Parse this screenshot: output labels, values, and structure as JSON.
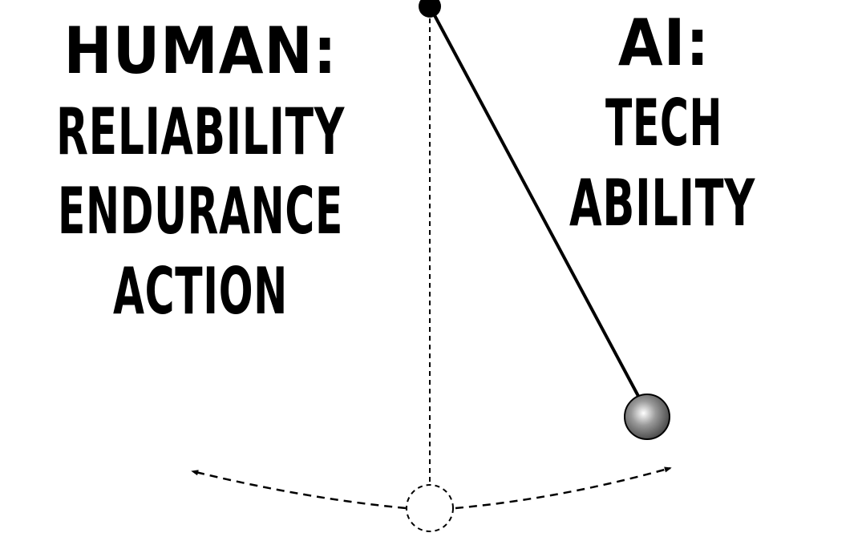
{
  "human": {
    "heading": "HUMAN:",
    "lines": [
      "RELIABILITY",
      "ENDURANCE",
      "ACTION"
    ]
  },
  "ai": {
    "heading": "AI:",
    "lines": [
      "TECH",
      "ABILITY"
    ]
  },
  "colors": {
    "ink": "#000000",
    "background": "#ffffff",
    "bob_light": "#ffffff",
    "bob_mid": "#9a9a9a",
    "bob_dark": "#4a4a4a"
  }
}
